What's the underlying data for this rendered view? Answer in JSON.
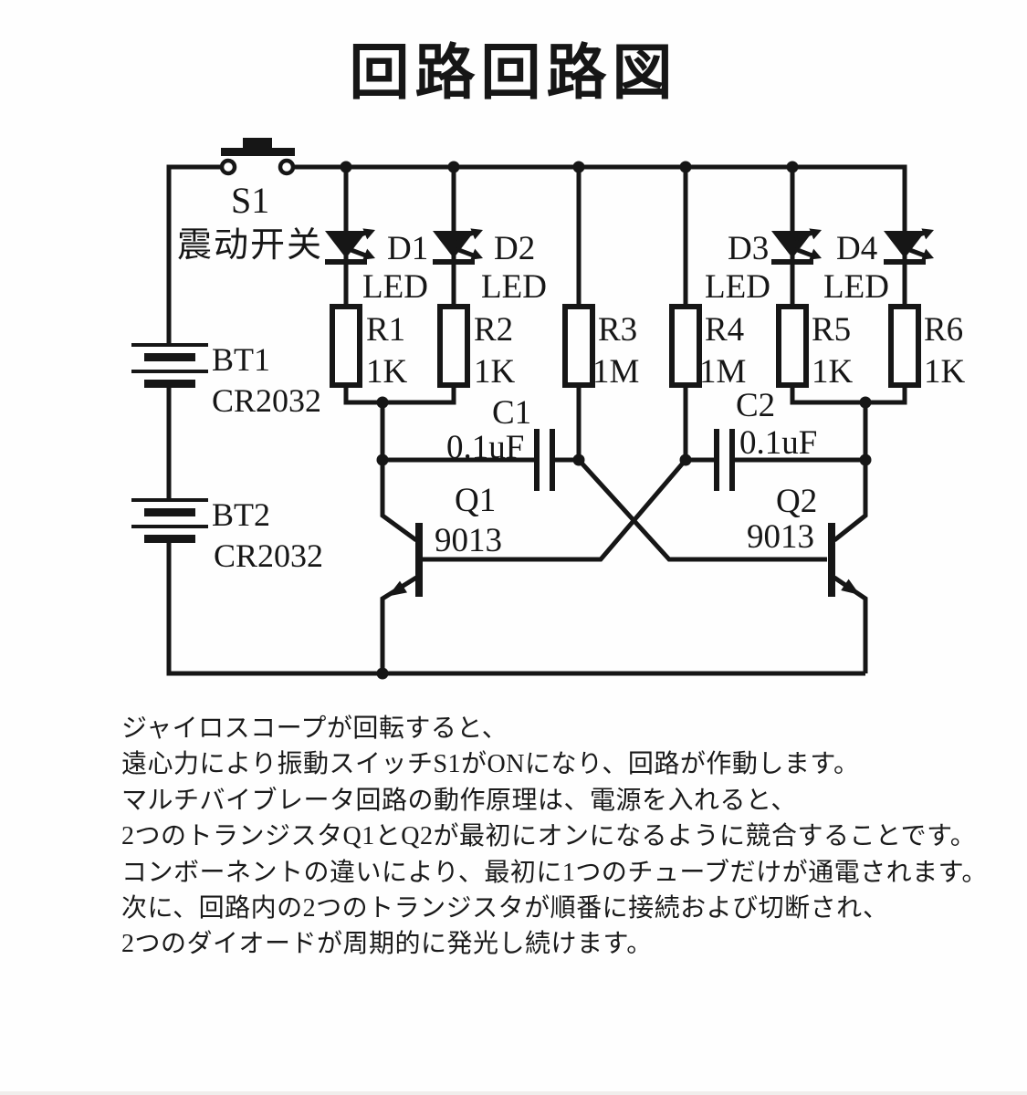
{
  "title": "回路回路図",
  "colors": {
    "ink": "#161616",
    "background": "#fefefe"
  },
  "circuit": {
    "switch": {
      "ref": "S1",
      "label": "震动开关"
    },
    "batteries": [
      {
        "ref": "BT1",
        "model": "CR2032"
      },
      {
        "ref": "BT2",
        "model": "CR2032"
      }
    ],
    "leds": [
      {
        "ref": "D1",
        "type": "LED"
      },
      {
        "ref": "D2",
        "type": "LED"
      },
      {
        "ref": "D3",
        "type": "LED"
      },
      {
        "ref": "D4",
        "type": "LED"
      }
    ],
    "resistors": [
      {
        "ref": "R1",
        "value": "1K"
      },
      {
        "ref": "R2",
        "value": "1K"
      },
      {
        "ref": "R3",
        "value": "1M"
      },
      {
        "ref": "R4",
        "value": "1M"
      },
      {
        "ref": "R5",
        "value": "1K"
      },
      {
        "ref": "R6",
        "value": "1K"
      }
    ],
    "capacitors": [
      {
        "ref": "C1",
        "value": "0.1uF"
      },
      {
        "ref": "C2",
        "value": "0.1uF"
      }
    ],
    "transistors": [
      {
        "ref": "Q1",
        "model": "9013"
      },
      {
        "ref": "Q2",
        "model": "9013"
      }
    ]
  },
  "description": {
    "lines": [
      "ジャイロスコープが回転すると、",
      "遠心力により振動スイッチS1がONになり、回路が作動します。",
      "マルチバイブレータ回路の動作原理は、電源を入れると、",
      "2つのトランジスタQ1とQ2が最初にオンになるように競合することです。",
      "コンボーネントの違いにより、最初に1つのチューブだけが通電されます。",
      "次に、回路内の2つのトランジスタが順番に接続および切断され、",
      "2つのダイオードが周期的に発光し続けます。"
    ]
  }
}
